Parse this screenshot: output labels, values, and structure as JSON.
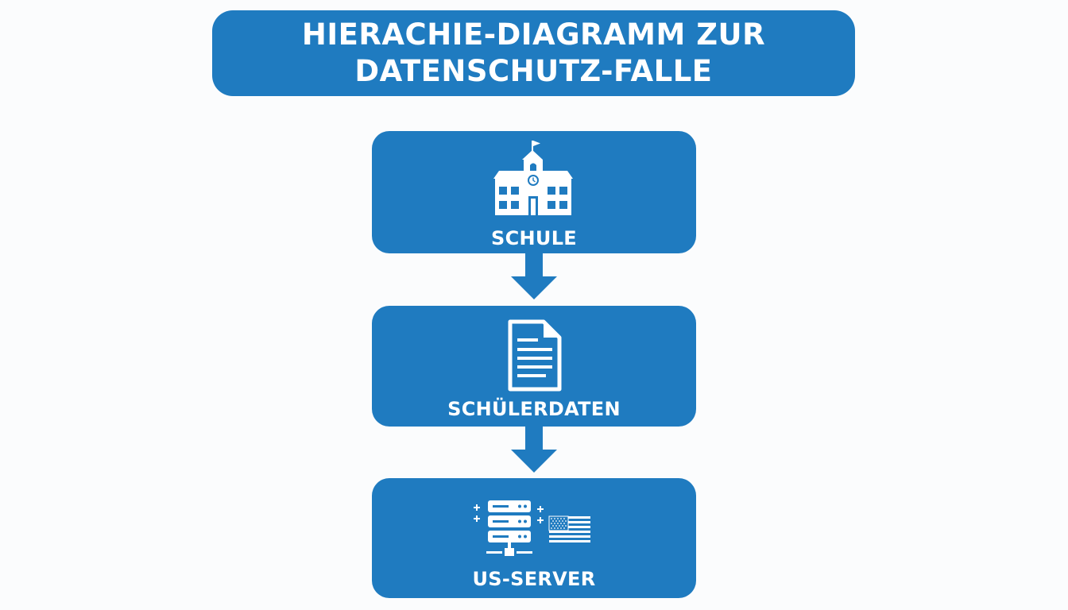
{
  "title": {
    "line1": "HIERACHIE-DIAGRAMM ZUR",
    "line2": "DATENSCHUTZ-FALLE"
  },
  "nodes": [
    {
      "label": "SCHULE",
      "icon": "school-building-icon"
    },
    {
      "label": "SCHÜLERDATEN",
      "icon": "document-icon"
    },
    {
      "label": "US-SERVER",
      "icon": "server-with-us-flag-icon"
    }
  ],
  "colors": {
    "box": "#1f7bc0",
    "text": "#ffffff",
    "background": "#fbfcfd"
  }
}
